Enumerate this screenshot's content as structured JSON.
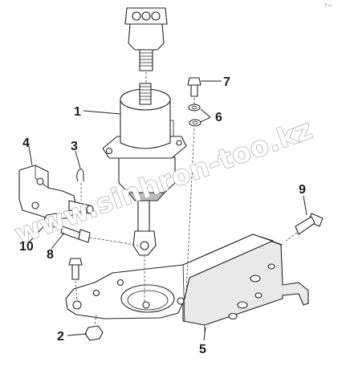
{
  "corner_mark": "↑←",
  "watermark": "www.sinhron-too.kz",
  "callouts": [
    {
      "id": "1",
      "label": "1"
    },
    {
      "id": "2",
      "label": "2"
    },
    {
      "id": "3",
      "label": "3"
    },
    {
      "id": "4",
      "label": "4"
    },
    {
      "id": "5",
      "label": "5"
    },
    {
      "id": "6",
      "label": "6"
    },
    {
      "id": "7",
      "label": "7"
    },
    {
      "id": "8",
      "label": "8"
    },
    {
      "id": "9",
      "label": "9"
    },
    {
      "id": "10",
      "label": "10"
    }
  ]
}
